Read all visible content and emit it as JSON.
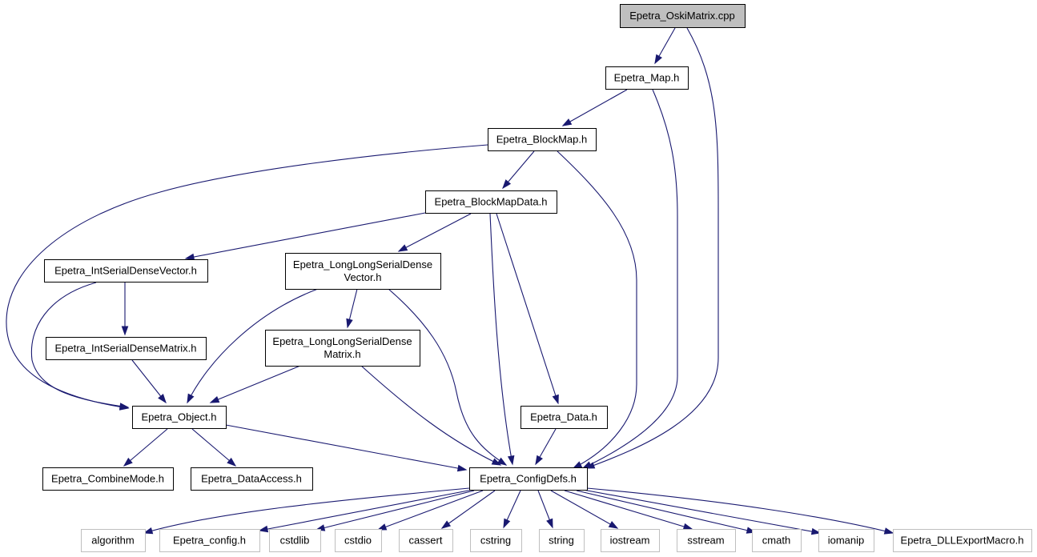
{
  "graph": {
    "nodes": [
      {
        "id": "oski",
        "lines": [
          "Epetra_OskiMatrix.cpp"
        ],
        "style": "root"
      },
      {
        "id": "map",
        "lines": [
          "Epetra_Map.h"
        ],
        "style": "normal"
      },
      {
        "id": "blockmap",
        "lines": [
          "Epetra_BlockMap.h"
        ],
        "style": "normal"
      },
      {
        "id": "blockmapdata",
        "lines": [
          "Epetra_BlockMapData.h"
        ],
        "style": "normal"
      },
      {
        "id": "intvec",
        "lines": [
          "Epetra_IntSerialDenseVector.h"
        ],
        "style": "normal"
      },
      {
        "id": "llvec",
        "lines": [
          "Epetra_LongLongSerialDense",
          "Vector.h"
        ],
        "style": "normal"
      },
      {
        "id": "intmat",
        "lines": [
          "Epetra_IntSerialDenseMatrix.h"
        ],
        "style": "normal"
      },
      {
        "id": "llmat",
        "lines": [
          "Epetra_LongLongSerialDense",
          "Matrix.h"
        ],
        "style": "normal"
      },
      {
        "id": "object",
        "lines": [
          "Epetra_Object.h"
        ],
        "style": "normal"
      },
      {
        "id": "data",
        "lines": [
          "Epetra_Data.h"
        ],
        "style": "normal"
      },
      {
        "id": "combine",
        "lines": [
          "Epetra_CombineMode.h"
        ],
        "style": "normal"
      },
      {
        "id": "dataaccess",
        "lines": [
          "Epetra_DataAccess.h"
        ],
        "style": "normal"
      },
      {
        "id": "configdefs",
        "lines": [
          "Epetra_ConfigDefs.h"
        ],
        "style": "normal"
      },
      {
        "id": "algorithm",
        "lines": [
          "algorithm"
        ],
        "style": "external"
      },
      {
        "id": "epconfig",
        "lines": [
          "Epetra_config.h"
        ],
        "style": "external"
      },
      {
        "id": "cstdlib",
        "lines": [
          "cstdlib"
        ],
        "style": "external"
      },
      {
        "id": "cstdio",
        "lines": [
          "cstdio"
        ],
        "style": "external"
      },
      {
        "id": "cassert",
        "lines": [
          "cassert"
        ],
        "style": "external"
      },
      {
        "id": "cstring",
        "lines": [
          "cstring"
        ],
        "style": "external"
      },
      {
        "id": "string",
        "lines": [
          "string"
        ],
        "style": "external"
      },
      {
        "id": "iostream",
        "lines": [
          "iostream"
        ],
        "style": "external"
      },
      {
        "id": "sstream",
        "lines": [
          "sstream"
        ],
        "style": "external"
      },
      {
        "id": "cmath",
        "lines": [
          "cmath"
        ],
        "style": "external"
      },
      {
        "id": "iomanip",
        "lines": [
          "iomanip"
        ],
        "style": "external"
      },
      {
        "id": "dllexport",
        "lines": [
          "Epetra_DLLExportMacro.h"
        ],
        "style": "external"
      }
    ],
    "edges": [
      {
        "from": "oski",
        "to": "map"
      },
      {
        "from": "oski",
        "to": "configdefs"
      },
      {
        "from": "map",
        "to": "blockmap"
      },
      {
        "from": "map",
        "to": "configdefs"
      },
      {
        "from": "blockmap",
        "to": "object"
      },
      {
        "from": "blockmap",
        "to": "blockmapdata"
      },
      {
        "from": "blockmap",
        "to": "configdefs"
      },
      {
        "from": "blockmapdata",
        "to": "intvec"
      },
      {
        "from": "blockmapdata",
        "to": "llvec"
      },
      {
        "from": "blockmapdata",
        "to": "configdefs"
      },
      {
        "from": "blockmapdata",
        "to": "data"
      },
      {
        "from": "intvec",
        "to": "intmat"
      },
      {
        "from": "intvec",
        "to": "object"
      },
      {
        "from": "llvec",
        "to": "object"
      },
      {
        "from": "llvec",
        "to": "llmat"
      },
      {
        "from": "llvec",
        "to": "configdefs"
      },
      {
        "from": "intmat",
        "to": "object"
      },
      {
        "from": "llmat",
        "to": "object"
      },
      {
        "from": "llmat",
        "to": "configdefs"
      },
      {
        "from": "object",
        "to": "combine"
      },
      {
        "from": "object",
        "to": "dataaccess"
      },
      {
        "from": "object",
        "to": "configdefs"
      },
      {
        "from": "data",
        "to": "configdefs"
      },
      {
        "from": "configdefs",
        "to": "algorithm"
      },
      {
        "from": "configdefs",
        "to": "epconfig"
      },
      {
        "from": "configdefs",
        "to": "cstdlib"
      },
      {
        "from": "configdefs",
        "to": "cstdio"
      },
      {
        "from": "configdefs",
        "to": "cassert"
      },
      {
        "from": "configdefs",
        "to": "cstring"
      },
      {
        "from": "configdefs",
        "to": "string"
      },
      {
        "from": "configdefs",
        "to": "iostream"
      },
      {
        "from": "configdefs",
        "to": "sstream"
      },
      {
        "from": "configdefs",
        "to": "cmath"
      },
      {
        "from": "configdefs",
        "to": "iomanip"
      },
      {
        "from": "configdefs",
        "to": "dllexport"
      }
    ]
  },
  "colors": {
    "edge": "#191970",
    "root_fill": "#bfbfbf",
    "external_border": "#bfbfbf",
    "node_border": "#000000"
  }
}
